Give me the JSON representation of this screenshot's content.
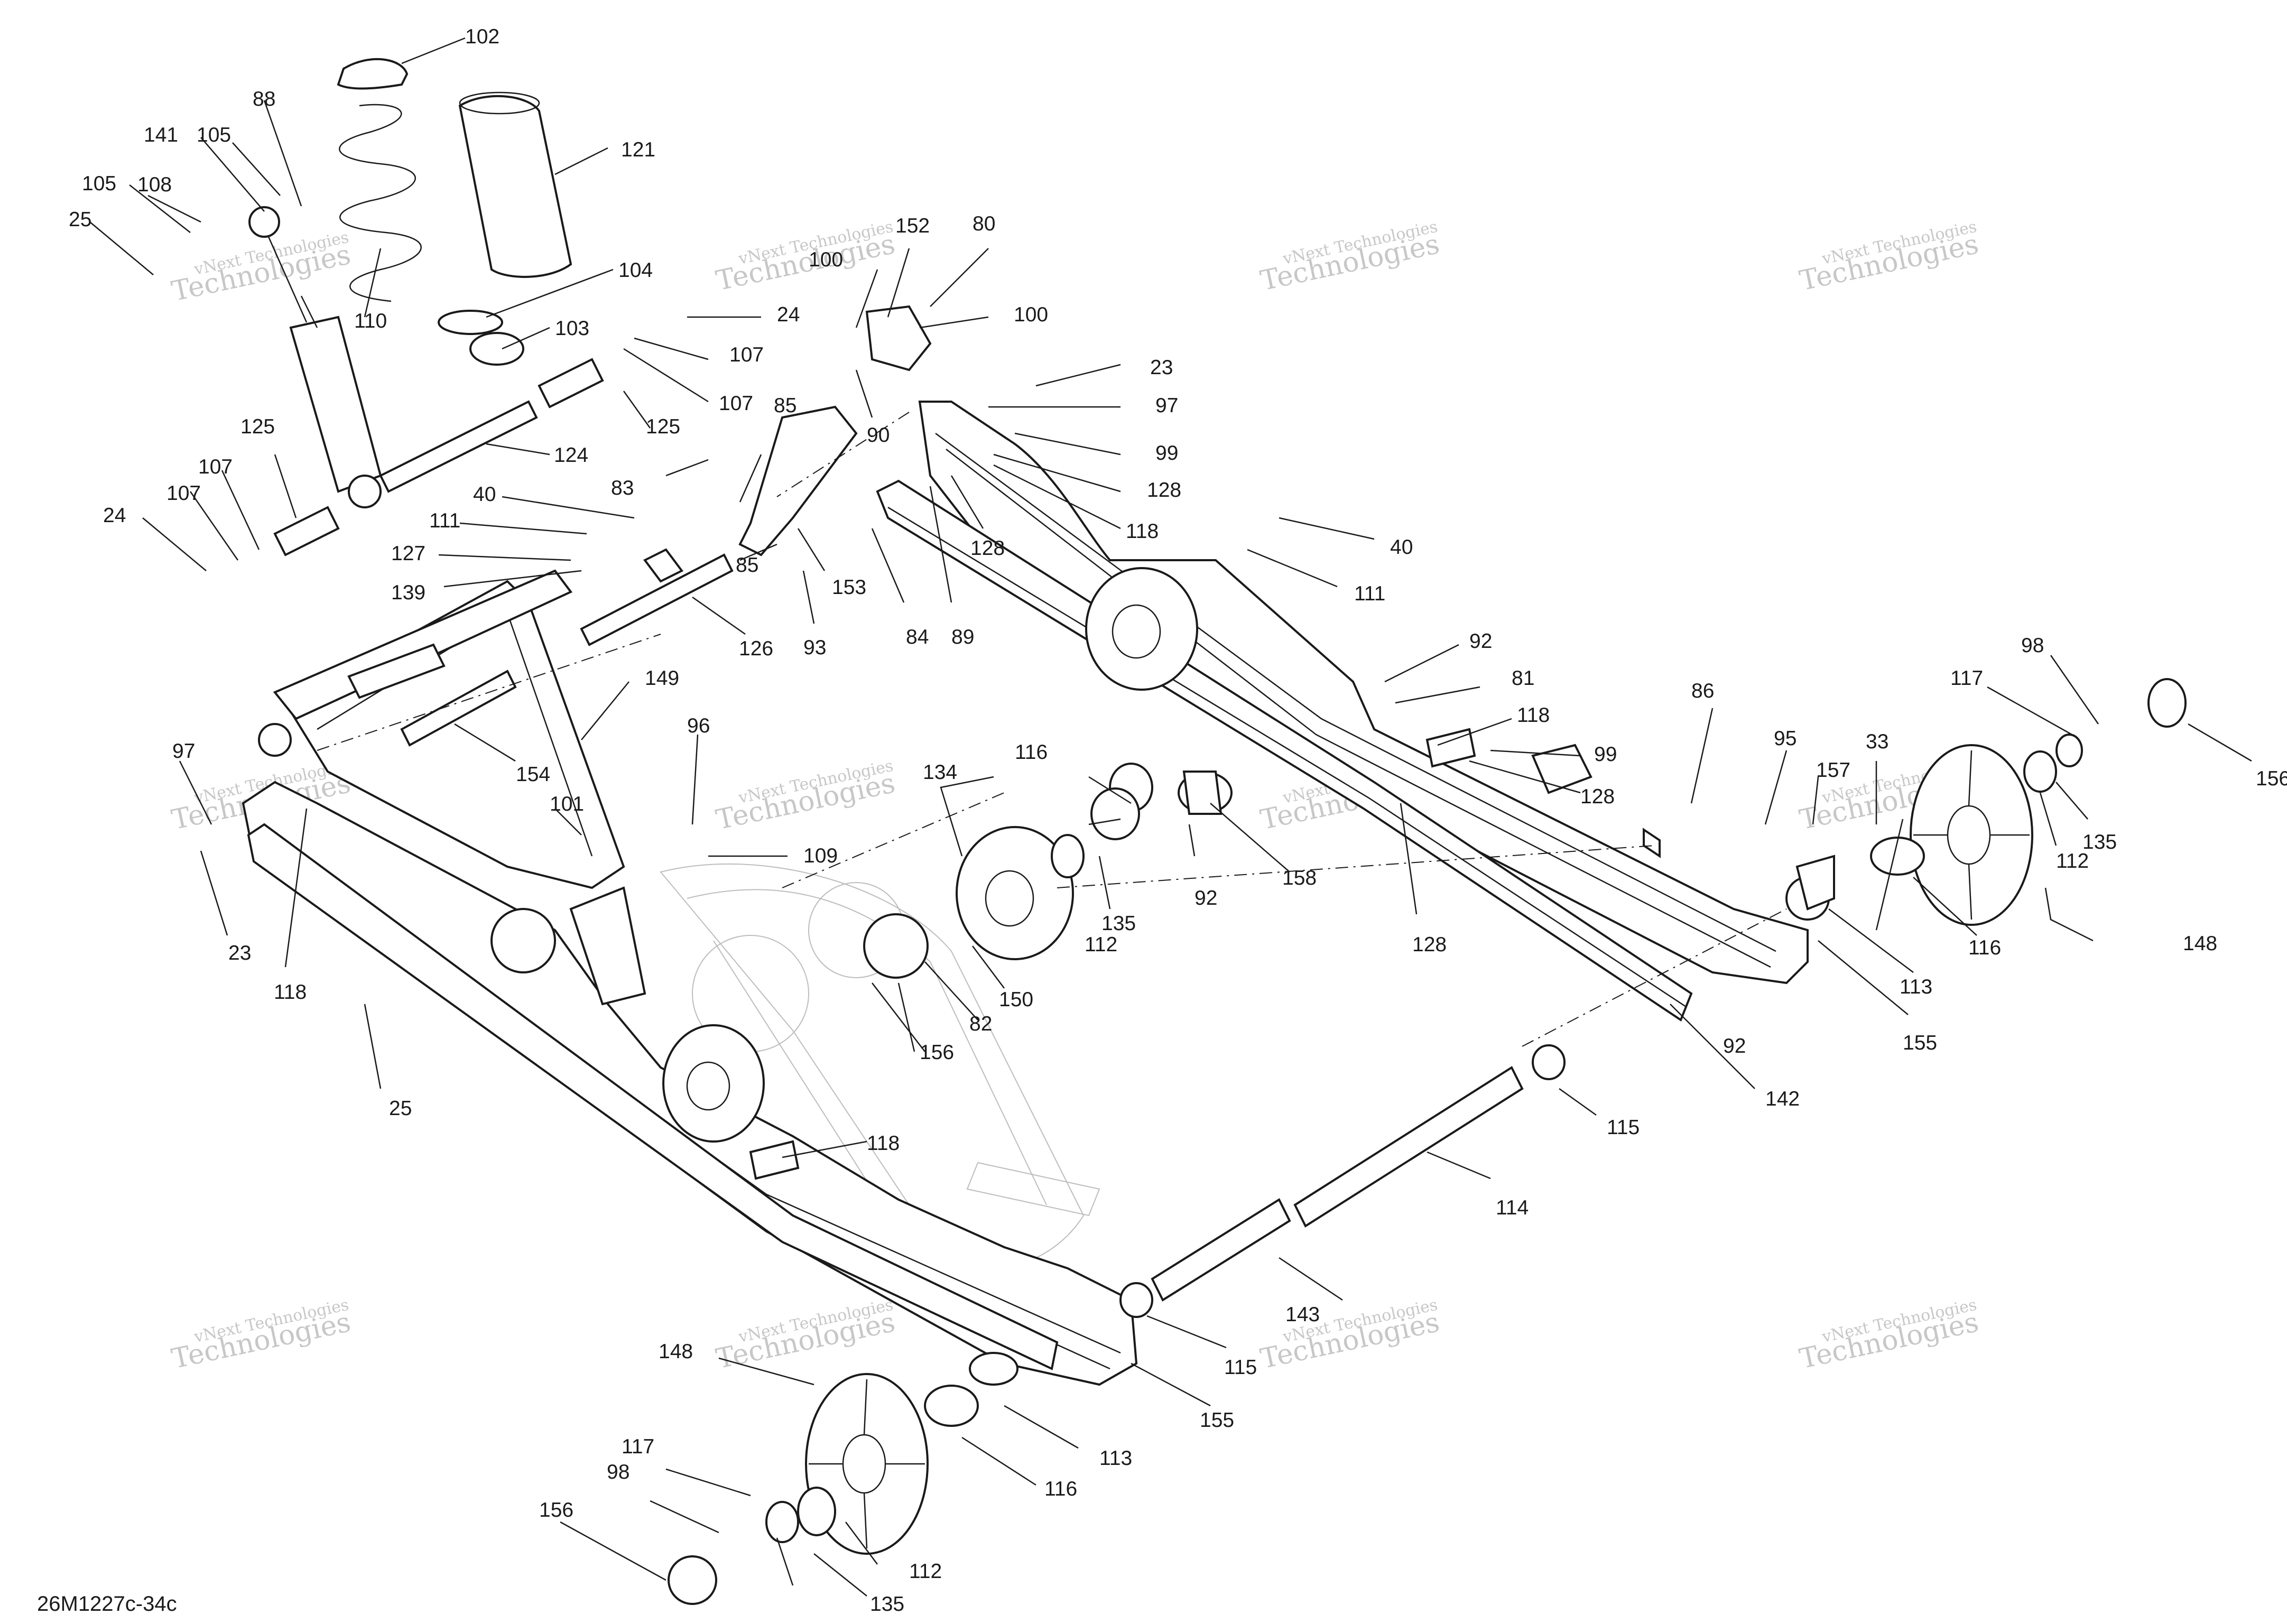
{
  "diagram_code": "26M1227c-34c",
  "watermark": {
    "line1": "vNext Technologies",
    "line2": "vNext",
    "line3": "Technologies"
  },
  "callouts": [
    "102",
    "88",
    "141",
    "105",
    "105",
    "108",
    "25",
    "121",
    "110",
    "104",
    "103",
    "24",
    "107",
    "107",
    "125",
    "124",
    "125",
    "107",
    "107",
    "24",
    "40",
    "111",
    "127",
    "139",
    "126",
    "85",
    "83",
    "85",
    "93",
    "153",
    "152",
    "80",
    "100",
    "100",
    "90",
    "23",
    "97",
    "99",
    "128",
    "118",
    "128",
    "84",
    "89",
    "40",
    "111",
    "92",
    "81",
    "118",
    "99",
    "128",
    "86",
    "95",
    "33",
    "157",
    "98",
    "117",
    "156",
    "112",
    "135",
    "116",
    "148",
    "113",
    "155",
    "92",
    "142",
    "115",
    "114",
    "143",
    "115",
    "155",
    "113",
    "116",
    "148",
    "117",
    "98",
    "156",
    "135",
    "112",
    "134",
    "116",
    "135",
    "112",
    "92",
    "158",
    "128",
    "150",
    "82",
    "156",
    "154",
    "149",
    "96",
    "101",
    "109",
    "97",
    "23",
    "118",
    "25",
    "118"
  ]
}
